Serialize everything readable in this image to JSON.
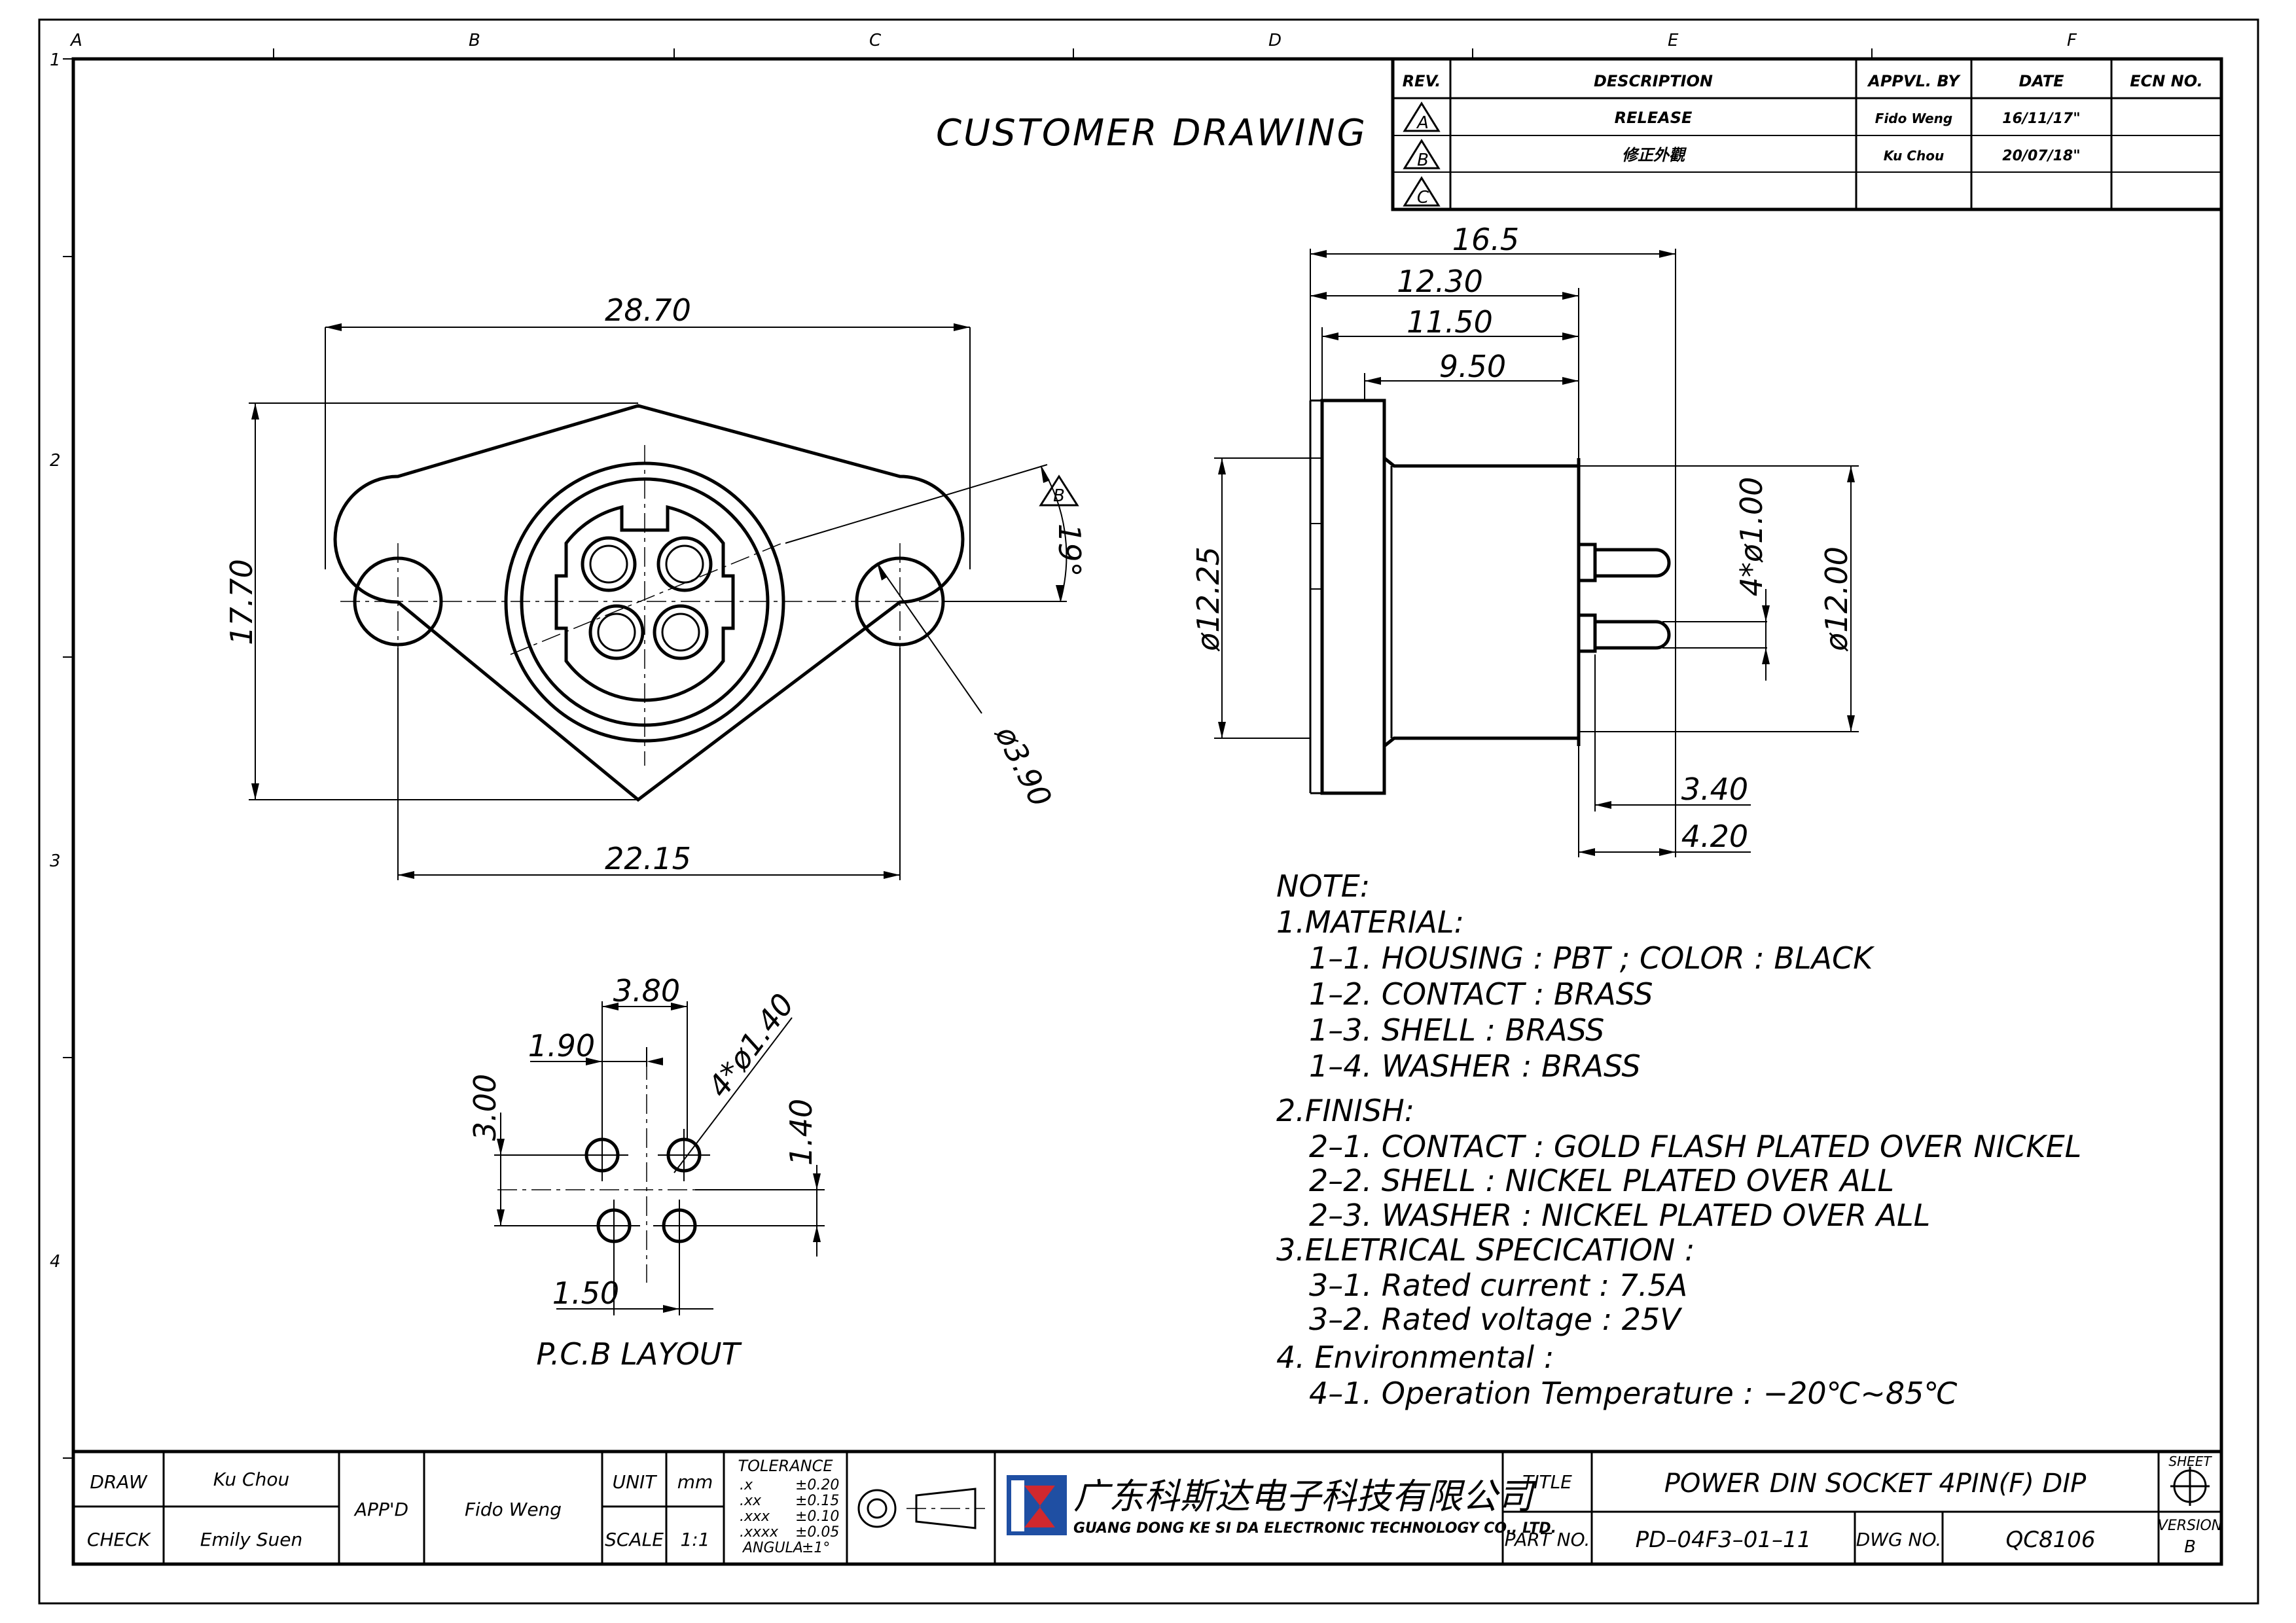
{
  "title": "CUSTOMER DRAWING",
  "zones": {
    "columns": [
      "A",
      "B",
      "C",
      "D",
      "E",
      "F"
    ],
    "rows": [
      "1",
      "2",
      "3",
      "4"
    ]
  },
  "revision_table": {
    "headers": [
      "REV.",
      "DESCRIPTION",
      "APPVL. BY",
      "DATE",
      "ECN NO."
    ],
    "rows": [
      {
        "rev": "A",
        "description": "RELEASE",
        "approved_by": "Fido Weng",
        "date": "16/11/17\"",
        "ecn": ""
      },
      {
        "rev": "B",
        "description": "修正外觀",
        "approved_by": "Ku Chou",
        "date": "20/07/18\"",
        "ecn": ""
      },
      {
        "rev": "C",
        "description": "",
        "approved_by": "",
        "date": "",
        "ecn": ""
      }
    ]
  },
  "front_view": {
    "dim_width": "28.70",
    "dim_height": "17.70",
    "dim_hole_pitch": "22.15",
    "dim_hole_dia": "ø3.90",
    "dim_angle": "19°",
    "angle_rev": "B"
  },
  "side_view": {
    "dim_overall": "16.5",
    "dim_1230": "12.30",
    "dim_1150": "11.50",
    "dim_950": "9.50",
    "dim_flange_dia": "ø12.25",
    "dim_pins": "4*ø1.00",
    "dim_body_dia": "ø12.00",
    "dim_340": "3.40",
    "dim_420": "4.20"
  },
  "pcb_layout": {
    "label": "P.C.B LAYOUT",
    "dim_380": "3.80",
    "dim_190": "1.90",
    "dim_300": "3.00",
    "dim_holes": "4*ø1.40",
    "dim_140": "1.40",
    "dim_150": "1.50"
  },
  "notes": [
    "NOTE:",
    "1.MATERIAL:",
    "1–1. HOUSING : PBT ; COLOR : BLACK",
    "1–2. CONTACT : BRASS",
    "1–3. SHELL : BRASS",
    "1–4. WASHER : BRASS",
    "2.FINISH:",
    "2–1. CONTACT : GOLD FLASH PLATED OVER NICKEL",
    "2–2. SHELL : NICKEL PLATED OVER ALL",
    "2–3. WASHER : NICKEL PLATED OVER ALL",
    "3.ELETRICAL SPECICATION :",
    "3–1. Rated current : 7.5A",
    "3–2. Rated voltage : 25V",
    "4. Environmental :",
    "4–1. Operation Temperature : −20℃~85℃"
  ],
  "title_block": {
    "draw_label": "DRAW",
    "draw_value": "Ku Chou",
    "check_label": "CHECK",
    "check_value": "Emily Suen",
    "appd_label": "APP'D",
    "appd_value": "Fido Weng",
    "unit_label": "UNIT",
    "unit_value": "mm",
    "scale_label": "SCALE",
    "scale_value": "1:1",
    "tolerance_label": "TOLERANCE",
    "tolerances": [
      {
        "k": ".x",
        "v": "±0.20"
      },
      {
        "k": ".xx",
        "v": "±0.15"
      },
      {
        "k": ".xxx",
        "v": "±0.10"
      },
      {
        "k": ".xxxx",
        "v": "±0.05"
      },
      {
        "k": "ANGULA",
        "v": "±1°"
      }
    ],
    "company_cn": "广东科斯达电子科技有限公司",
    "company_en": "GUANG DONG KE SI DA ELECTRONIC TECHNOLOGY CO., LTD.",
    "title_label": "TITLE",
    "title_value": "POWER DIN SOCKET 4PIN(F) DIP",
    "part_label": "PART NO.",
    "part_value": "PD–04F3–01–11",
    "dwg_label": "DWG NO.",
    "dwg_value": "QC8106",
    "sheet_label": "SHEET",
    "version_label": "VERSION",
    "version_value": "B"
  },
  "colors": {
    "line": "#000000",
    "logo_blue": "#1f4fa3",
    "logo_red": "#d0282e"
  }
}
